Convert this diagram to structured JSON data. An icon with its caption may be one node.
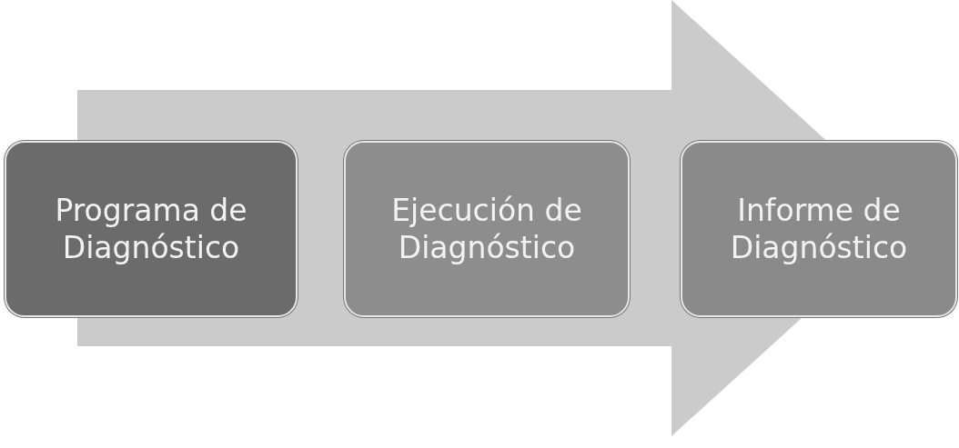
{
  "diagram": {
    "nodes": [
      {
        "text": [
          "Programa de Diagnóstico"
        ]
      },
      {
        "text": [
          "Ejecución de Diagnóstico"
        ]
      },
      {
        "text": [
          "Informe de Diagnóstico"
        ]
      }
    ],
    "edges": [
      {
        "from": 0,
        "to": 2,
        "arrow": "to"
      }
    ]
  }
}
